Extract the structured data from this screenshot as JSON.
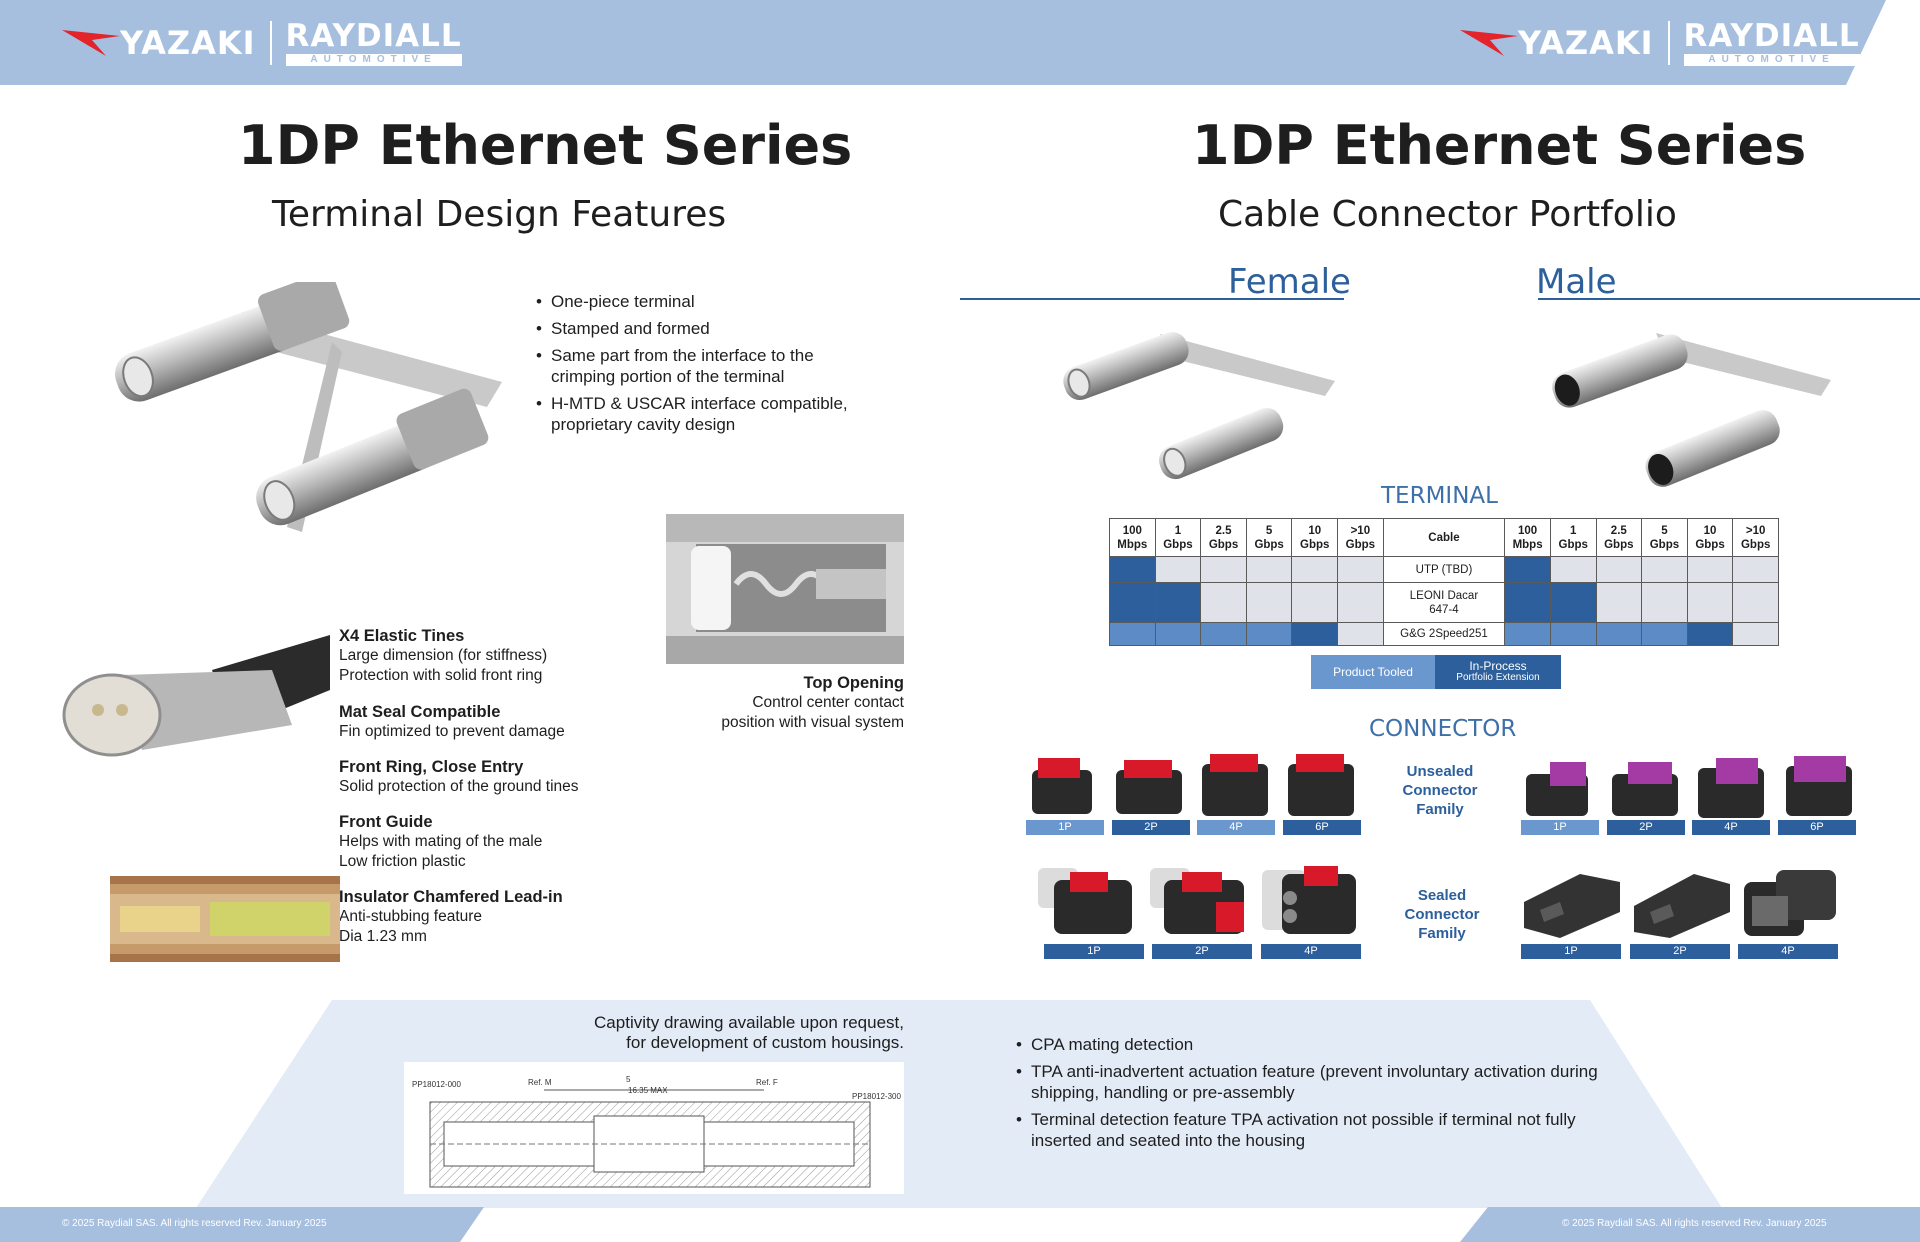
{
  "brand": {
    "yazaki": "YAZAKI",
    "raydiall": "RAYDIALL",
    "raydiall_sub": "AUTOMOTIVE",
    "colors": {
      "band": "#a6bfdf",
      "accent_red": "#e3242b",
      "navy": "#2c5f9b"
    }
  },
  "left": {
    "title": "1DP Ethernet Series",
    "subtitle": "Terminal Design Features",
    "bullets": [
      "One-piece terminal",
      "Stamped and formed",
      "Same part from the interface to the crimping portion of the terminal",
      "H-MTD & USCAR interface compatible, proprietary cavity design"
    ],
    "top_opening": {
      "heading": "Top Opening",
      "lines": [
        "Control center contact",
        "position with visual system"
      ]
    },
    "features": [
      {
        "heading": "X4 Elastic Tines",
        "lines": [
          "Large dimension (for stiffness)",
          "Protection with solid front ring"
        ]
      },
      {
        "heading": "Mat Seal Compatible",
        "lines": [
          "Fin optimized to prevent damage"
        ]
      },
      {
        "heading": "Front Ring, Close Entry",
        "lines": [
          "Solid protection of the ground tines"
        ]
      },
      {
        "heading": "Front Guide",
        "lines": [
          "Helps with mating of the male",
          "Low friction plastic"
        ]
      },
      {
        "heading": "Insulator Chamfered Lead-in",
        "lines": [
          "Anti-stubbing feature",
          "Dia 1.23 mm"
        ]
      }
    ]
  },
  "right": {
    "title": "1DP Ethernet Series",
    "subtitle": "Cable Connector Portfolio",
    "female": "Female",
    "male": "Male",
    "terminal_heading": "TERMINAL",
    "connector_heading": "CONNECTOR",
    "table": {
      "speed_headers": [
        [
          "100",
          "Mbps"
        ],
        [
          "1",
          "Gbps"
        ],
        [
          "2.5",
          "Gbps"
        ],
        [
          "5",
          "Gbps"
        ],
        [
          "10",
          "Gbps"
        ],
        [
          ">10",
          "Gbps"
        ]
      ],
      "cable_header": "Cable",
      "rows": [
        {
          "cable": [
            "UTP (TBD)"
          ],
          "female": [
            "dark",
            "none",
            "none",
            "none",
            "none",
            "none"
          ],
          "male": [
            "dark",
            "none",
            "none",
            "none",
            "none",
            "none"
          ]
        },
        {
          "cable": [
            "LEONI Dacar",
            "647-4"
          ],
          "female": [
            "dark",
            "dark",
            "none",
            "none",
            "none",
            "none"
          ],
          "male": [
            "dark",
            "dark",
            "none",
            "none",
            "none",
            "none"
          ]
        },
        {
          "cable": [
            "G&G 2Speed251"
          ],
          "female": [
            "light",
            "light",
            "light",
            "light",
            "dark",
            "none"
          ],
          "male": [
            "light",
            "light",
            "light",
            "light",
            "dark",
            "none"
          ]
        }
      ]
    },
    "legend": {
      "product_tooled": "Product Tooled",
      "in_process": [
        "In-Process",
        "Portfolio Extension"
      ]
    },
    "unsealed": {
      "label": [
        "Unsealed",
        "Connector",
        "Family"
      ],
      "female": [
        "1P",
        "2P",
        "4P",
        "6P"
      ],
      "male": [
        "1P",
        "2P",
        "4P",
        "6P"
      ]
    },
    "sealed": {
      "label": [
        "Sealed",
        "Connector",
        "Family"
      ],
      "female": [
        "1P",
        "2P",
        "4P"
      ],
      "male": [
        "1P",
        "2P",
        "4P"
      ]
    }
  },
  "bottom": {
    "captivity_note": [
      "Captivity drawing available upon request,",
      "for development of custom housings."
    ],
    "drawing_labels": {
      "part_left": "PP18012-000",
      "part_right": "PP18012-300",
      "ref_m": "Ref. M",
      "ref_f": "Ref. F",
      "dim": "16.35 MAX",
      "dim_note": "5"
    },
    "bullets": [
      "CPA mating detection",
      "TPA anti-inadvertent actuation feature (prevent involuntary activation during shipping, handling or pre-assembly",
      "Terminal detection feature TPA activation not possible if terminal not fully inserted and seated into the housing"
    ]
  },
  "footer": {
    "left": "© 2025 Raydiall SAS. All rights reserved Rev. January 2025",
    "right": "© 2025 Raydiall SAS. All rights reserved Rev. January 2025"
  }
}
